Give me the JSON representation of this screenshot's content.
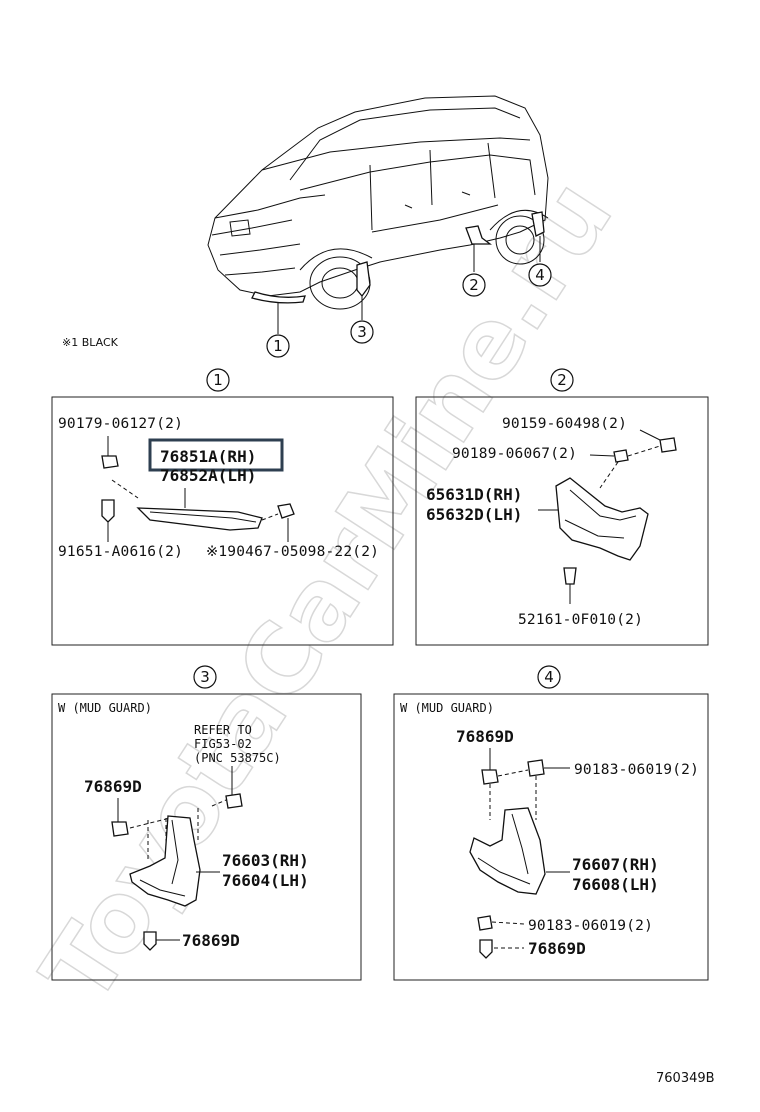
{
  "watermark": "ToyotaCarMine.ru",
  "note": "※1 BLACK",
  "callouts": [
    "1",
    "2",
    "3",
    "4"
  ],
  "panel1": {
    "title": "1",
    "parts": {
      "clip_top": "90179-06127(2)",
      "reflector_rh": "76851A(RH)",
      "reflector_lh": "76852A(LH)",
      "clip_bottom": "91651-A0616(2)",
      "screw": "※190467-05098-22(2)"
    }
  },
  "panel2": {
    "title": "2",
    "parts": {
      "bolt": "90159-60498(2)",
      "nut": "90189-06067(2)",
      "liner_rh": "65631D(RH)",
      "liner_lh": "65632D(LH)",
      "clip": "52161-0F010(2)"
    }
  },
  "panel3": {
    "title": "3",
    "header": "W (MUD GUARD)",
    "refer": [
      "REFER TO",
      "FIG53-02",
      "(PNC 53875C)"
    ],
    "parts": {
      "screw_top": "76869D",
      "guard_rh": "76603(RH)",
      "guard_lh": "76604(LH)",
      "screw_bottom": "76869D"
    }
  },
  "panel4": {
    "title": "4",
    "header": "W (MUD GUARD)",
    "parts": {
      "screw_top": "76869D",
      "nut_top": "90183-06019(2)",
      "guard_rh": "76607(RH)",
      "guard_lh": "76608(LH)",
      "nut_bottom": "90183-06019(2)",
      "screw_bottom": "76869D"
    }
  },
  "figure_id": "760349B",
  "colors": {
    "ink": "#111111",
    "highlight": "#2e3f50"
  }
}
